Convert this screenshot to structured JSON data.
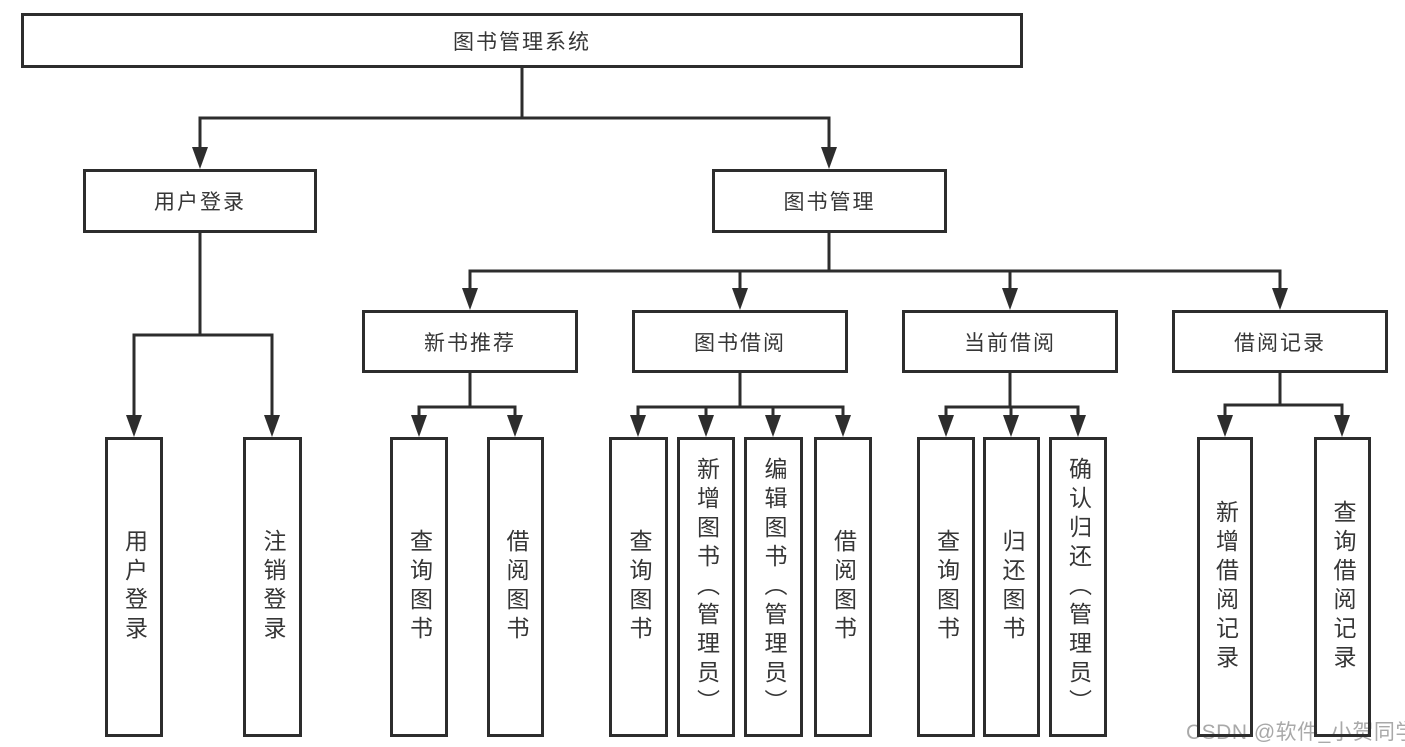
{
  "diagram": {
    "type": "hierarchy",
    "nodes": {
      "root": {
        "label": "图书管理系统"
      },
      "user_login": {
        "label": "用户登录"
      },
      "book_mgmt": {
        "label": "图书管理"
      },
      "new_book_rec": {
        "label": "新书推荐"
      },
      "book_borrow": {
        "label": "图书借阅"
      },
      "current_borrow": {
        "label": "当前借阅"
      },
      "borrow_records": {
        "label": "借阅记录"
      },
      "ul_login": {
        "label": "用户登录"
      },
      "ul_logout": {
        "label": "注销登录"
      },
      "nbr_query": {
        "label": "查询图书"
      },
      "nbr_borrow": {
        "label": "借阅图书"
      },
      "bb_query": {
        "label": "查询图书"
      },
      "bb_add": {
        "label": "新增图书（管理员）"
      },
      "bb_edit": {
        "label": "编辑图书（管理员）"
      },
      "bb_borrow": {
        "label": "借阅图书"
      },
      "cb_query": {
        "label": "查询图书"
      },
      "cb_return": {
        "label": "归还图书"
      },
      "cb_confirm": {
        "label": "确认归还（管理员）"
      },
      "br_add": {
        "label": "新增借阅记录"
      },
      "br_query": {
        "label": "查询借阅记录"
      }
    },
    "edges": [
      {
        "from": "root",
        "to": [
          "user_login",
          "book_mgmt"
        ]
      },
      {
        "from": "user_login",
        "to": [
          "ul_login",
          "ul_logout"
        ]
      },
      {
        "from": "book_mgmt",
        "to": [
          "new_book_rec",
          "book_borrow",
          "current_borrow",
          "borrow_records"
        ]
      },
      {
        "from": "new_book_rec",
        "to": [
          "nbr_query",
          "nbr_borrow"
        ]
      },
      {
        "from": "book_borrow",
        "to": [
          "bb_query",
          "bb_add",
          "bb_edit",
          "bb_borrow"
        ]
      },
      {
        "from": "current_borrow",
        "to": [
          "cb_query",
          "cb_return",
          "cb_confirm"
        ]
      },
      {
        "from": "borrow_records",
        "to": [
          "br_add",
          "br_query"
        ]
      }
    ],
    "colors": {
      "line": "#2d2d2d",
      "text": "#363636",
      "background": "#ffffff",
      "watermark": "#a9a9a9"
    }
  },
  "watermark": {
    "text": "CSDN @软件_小贺同学"
  }
}
